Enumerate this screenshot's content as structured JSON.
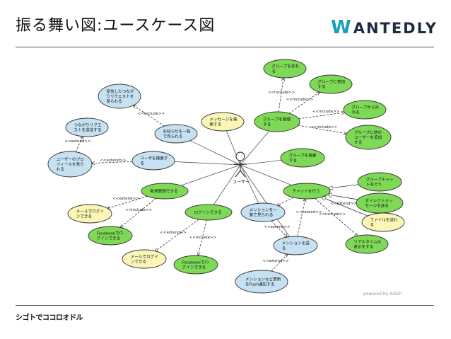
{
  "header": {
    "title": "振る舞い図:ユースケース図",
    "logo_initial": "W",
    "logo_rest": "ANTEDLY"
  },
  "footer": {
    "text": "シゴトでココロオドル"
  },
  "diagram": {
    "powered_by": "powered by Astah",
    "actor": "ユーザー",
    "colors": {
      "green": "#7ed957",
      "yellow": "#fbf6b6",
      "blue": "#c5e1f2",
      "stroke": "#333333"
    },
    "nodes": {
      "group_create": {
        "label": [
          "グループを作れ",
          "る"
        ],
        "color": "green"
      },
      "group_join": {
        "label": [
          "グループに参加",
          "する"
        ],
        "color": "green"
      },
      "group_leave": {
        "label": [
          "グループから外",
          "れる"
        ],
        "color": "green"
      },
      "group_manage": {
        "label": [
          "グループを管理",
          "する"
        ],
        "color": "green"
      },
      "group_add": {
        "label": [
          "グループに他の",
          "ユーザーを追加",
          "する"
        ],
        "color": "green"
      },
      "received": {
        "label": [
          "受信したつなが",
          "りリクエストを",
          "見られる"
        ],
        "color": "blue"
      },
      "send_request": {
        "label": [
          "つながりリクエ",
          "ストを送信する"
        ],
        "color": "blue"
      },
      "notice": {
        "label": [
          "お知らせを一覧",
          "で見られる"
        ],
        "color": "blue"
      },
      "message_search": {
        "label": [
          "メッセージを検",
          "索する"
        ],
        "color": "yellow"
      },
      "profile": {
        "label": [
          "ユーザーのプロ",
          "フィールを見ら",
          "れる"
        ],
        "color": "blue"
      },
      "user_search": {
        "label": [
          "ユーザを検索す",
          "る"
        ],
        "color": "blue"
      },
      "group_search": {
        "label": [
          "グループを検索",
          "する"
        ],
        "color": "green"
      },
      "chat": {
        "label": [
          "チャットを行う"
        ],
        "color": "green"
      },
      "group_chat": {
        "label": [
          "グループチャッ",
          "トを行う"
        ],
        "color": "green"
      },
      "direct_msg": {
        "label": [
          "ダイレクトメッ",
          "セージを送る"
        ],
        "color": "green"
      },
      "send_file": {
        "label": [
          "ファイルを送れ",
          "る"
        ],
        "color": "yellow"
      },
      "realtime": {
        "label": [
          "リアルタイムな",
          "表示をする"
        ],
        "color": "green"
      },
      "signup": {
        "label": [
          "新規登録できる"
        ],
        "color": "green"
      },
      "signup_mail": {
        "label": [
          "メールでログイ",
          "ンできる"
        ],
        "color": "yellow"
      },
      "signup_fb": {
        "label": [
          "Facebookでロ",
          "グインできる"
        ],
        "color": "green"
      },
      "login": {
        "label": [
          "ログインできる"
        ],
        "color": "green"
      },
      "login_mail": {
        "label": [
          "メールでログイ",
          "ンできる"
        ],
        "color": "yellow"
      },
      "login_fb": {
        "label": [
          "Facebookでロ",
          "グインできる"
        ],
        "color": "green"
      },
      "mention_list": {
        "label": [
          "メンションを一",
          "覧で見られる"
        ],
        "color": "blue"
      },
      "mention_send": {
        "label": [
          "メンションを送",
          "る"
        ],
        "color": "blue"
      },
      "push": {
        "label": [
          "メンションなど更新",
          "をPush通知する"
        ],
        "color": "blue"
      }
    },
    "edge_labels": {
      "include": "<<include>>",
      "extend": "<<extend>>"
    }
  }
}
